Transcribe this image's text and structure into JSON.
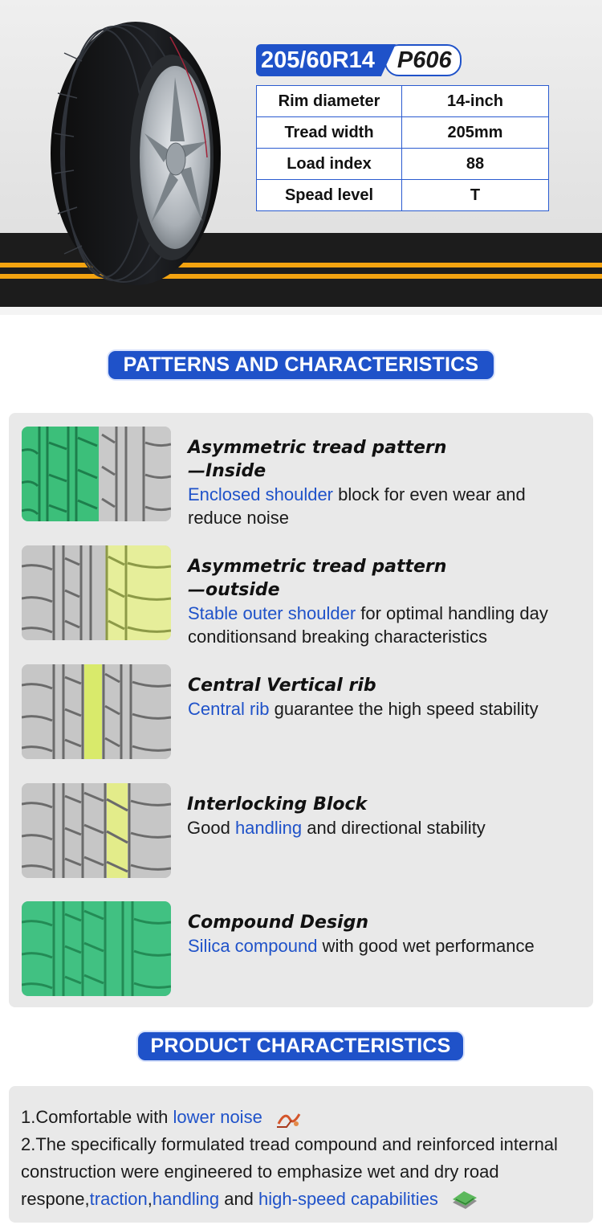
{
  "header": {
    "size": "205/60R14",
    "model": "P606",
    "specs": [
      {
        "label": "Rim diameter",
        "value": "14-inch"
      },
      {
        "label": "Tread width",
        "value": "205mm"
      },
      {
        "label": "Load index",
        "value": "88"
      },
      {
        "label": "Spead level",
        "value": "T"
      }
    ]
  },
  "patterns": {
    "title": "PATTERNS AND CHARACTERISTICS",
    "items": [
      {
        "title_line1": "Asymmetric tread pattern",
        "title_line2": "—Inside",
        "highlight": "Enclosed shoulder",
        "rest": " block for even wear and reduce noise"
      },
      {
        "title_line1": "Asymmetric tread pattern",
        "title_line2": "—outside",
        "highlight": "Stable outer shoulder",
        "rest": " for optimal handling day conditionsand breaking characteristics"
      },
      {
        "title_line1": "Central Vertical rib",
        "highlight": "Central rib",
        "rest": " guarantee the high speed stability"
      },
      {
        "title_line1": "Interlocking  Block",
        "pre": "Good ",
        "highlight": "handling",
        "rest": " and directional stability"
      },
      {
        "title_line1": "Compound  Design",
        "highlight": "Silica compound",
        "rest": " with good wet  performance"
      }
    ]
  },
  "product": {
    "title": "PRODUCT CHARACTERISTICS",
    "line1_pre": "1.Comfortable with ",
    "line1_hl": "lower noise",
    "line2_pre": "2.The specifically formulated tread compound and reinforced internal construction were engineered to emphasize wet and dry road respone,",
    "line2_hl1": "traction",
    "line2_sep": ",",
    "line2_hl2": "handling",
    "line2_mid": " and ",
    "line2_hl3": "high-speed capabilities"
  },
  "colors": {
    "accent": "#1f52c9",
    "stripe": "#f3a310",
    "band": "#1c1c1c",
    "green_zone": "#3cbf7a",
    "yellow_zone": "#e6ee9a"
  }
}
